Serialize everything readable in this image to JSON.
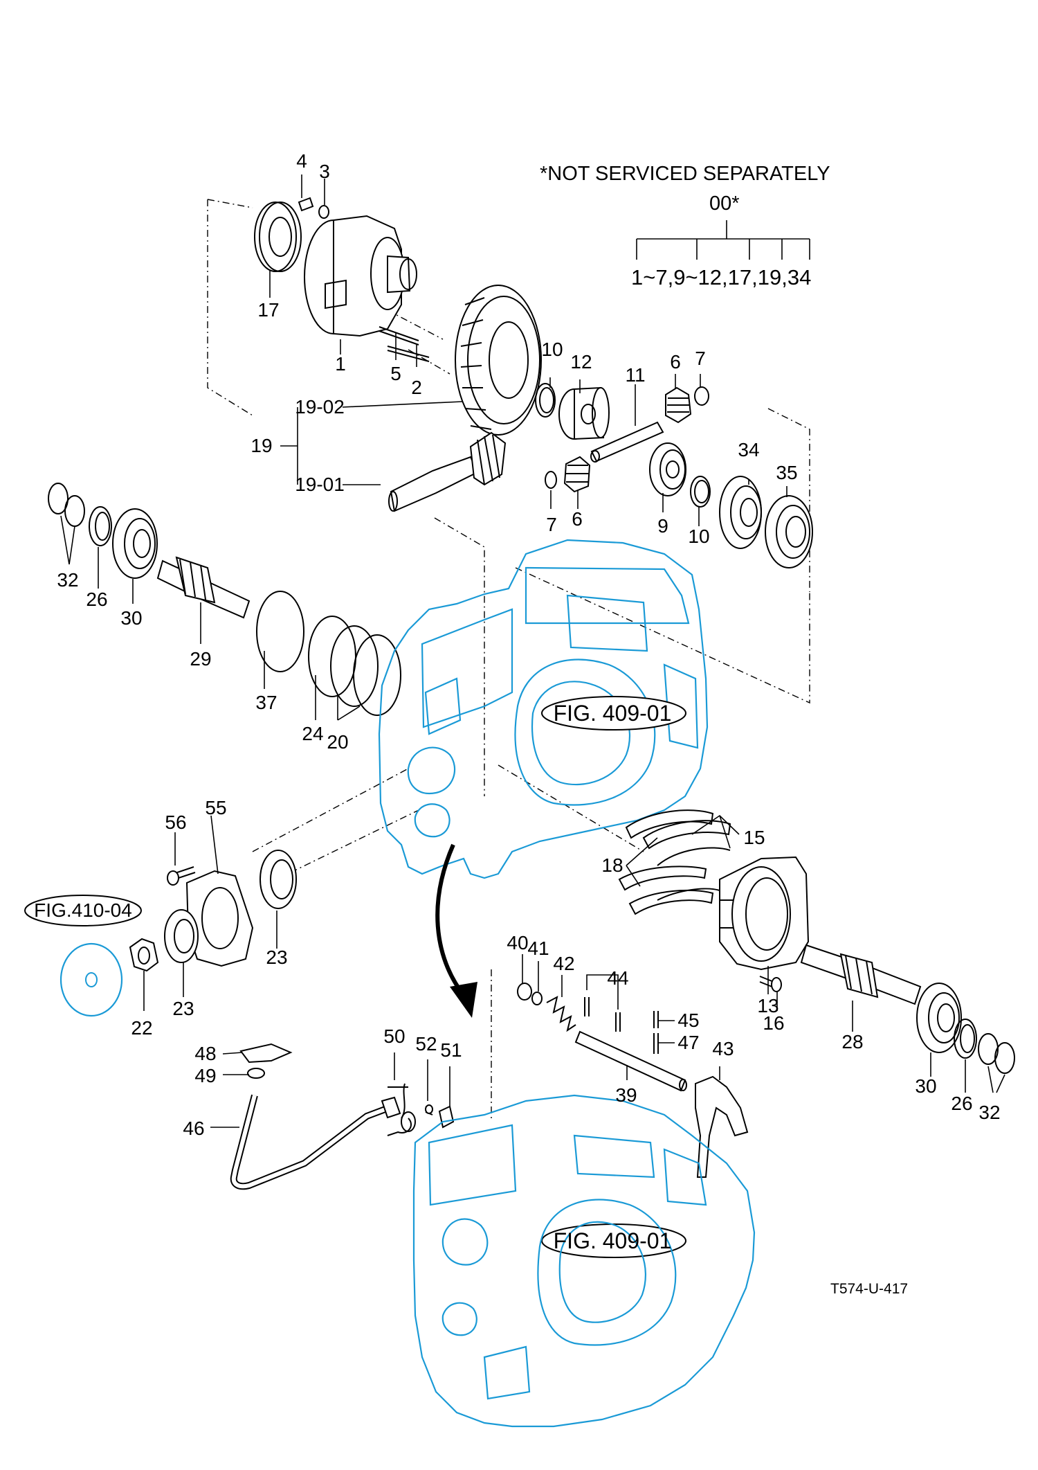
{
  "header": {
    "note": "*NOT SERVICED SEPARATELY",
    "group_code": "00*",
    "group_members": "1~7,9~12,17,19,34"
  },
  "figure_refs": {
    "upper_case": "FIG. 409-01",
    "lower_case": "FIG. 409-01",
    "cover_plate": "FIG.410-04"
  },
  "group_19": {
    "parent": "19",
    "child_a": "19-02",
    "child_b": "19-01"
  },
  "callouts": {
    "c4": "4",
    "c3": "3",
    "c17": "17",
    "c1": "1",
    "c5": "5",
    "c2": "2",
    "c10a": "10",
    "c12": "12",
    "c11": "11",
    "c6a": "6",
    "c7a": "7",
    "c7b": "7",
    "c6b": "6",
    "c9": "9",
    "c10b": "10",
    "c34": "34",
    "c35": "35",
    "c32a": "32",
    "c26a": "26",
    "c30a": "30",
    "c29": "29",
    "c37": "37",
    "c24": "24",
    "c20": "20",
    "c56": "56",
    "c55": "55",
    "c23a": "23",
    "c23b": "23",
    "c22": "22",
    "c18": "18",
    "c15": "15",
    "c13": "13",
    "c16": "16",
    "c28": "28",
    "c30b": "30",
    "c26b": "26",
    "c32b": "32",
    "c40": "40",
    "c41": "41",
    "c42": "42",
    "c44": "44",
    "c45": "45",
    "c47": "47",
    "c43": "43",
    "c39": "39",
    "c48": "48",
    "c49": "49",
    "c50": "50",
    "c52": "52",
    "c51": "51",
    "c46": "46"
  },
  "drawing_code": "T574-U-417",
  "colors": {
    "case_outline": "#1a9ad6",
    "line": "#000000",
    "background": "#ffffff"
  }
}
